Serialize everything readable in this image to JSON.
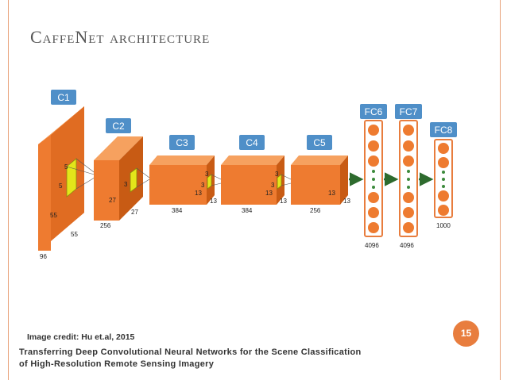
{
  "slide": {
    "title": "CaffeNet architecture",
    "page_number": "15"
  },
  "diagram": {
    "layer_labels": [
      "C1",
      "C2",
      "C3",
      "C4",
      "C5",
      "FC6",
      "FC7",
      "FC8"
    ],
    "dim_labels": {
      "c1_kernel_a": "5",
      "c1_kernel_b": "5",
      "c1_side": "55",
      "c1_bottom": "55",
      "c1_depth": "96",
      "c2_kernel": "3",
      "c2_side": "27",
      "c2_bottom": "27",
      "c2_depth": "256",
      "c3_kernel_a": "3",
      "c3_kernel_b": "3",
      "c3_side": "13",
      "c3_bottom": "13",
      "c3_depth": "384",
      "c4_kernel_a": "3",
      "c4_kernel_b": "3",
      "c4_side": "13",
      "c4_bottom": "13",
      "c4_depth": "384",
      "c5_side": "13",
      "c5_bottom": "13",
      "c5_depth": "256",
      "fc6_size": "4096",
      "fc7_size": "4096",
      "fc8_size": "1000"
    },
    "colors": {
      "layer_front": "#ee7b30",
      "layer_top": "#f6a15f",
      "layer_side": "#c85b14",
      "label_box": "#4f8fc8",
      "kernel": "#e3e61a",
      "dots": "#3c8a3c",
      "arrow": "#2e6b2e"
    }
  },
  "footer": {
    "credit": "Image credit: Hu et.al, 2015",
    "citation_line1": "Transferring Deep Convolutional Neural Networks  for the Scene Classification",
    "citation_line2": "of High-Resolution Remote Sensing Imagery"
  }
}
